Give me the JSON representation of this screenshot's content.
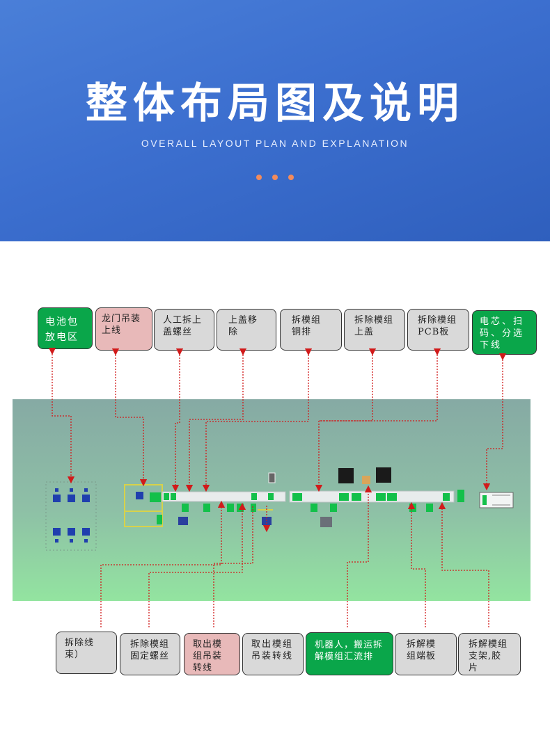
{
  "header": {
    "title": "整体布局图及说明",
    "subtitle": "OVERALL LAYOUT PLAN AND EXPLANATION",
    "dot_colors": [
      "#f28b5c",
      "#f28b5c",
      "#f28b5c"
    ]
  },
  "colors": {
    "green": "#0aa64a",
    "pink": "#e8b9b9",
    "gray": "#d9d9d9",
    "arrow": "#d11a1a"
  },
  "top_labels": [
    {
      "text": "电池包放电区",
      "color": "green"
    },
    {
      "text": "龙门吊装上线",
      "color": "pink"
    },
    {
      "text": "人工拆上盖螺丝",
      "color": "gray"
    },
    {
      "text": "上盖移除",
      "color": "gray"
    },
    {
      "text": "拆模组铜排",
      "color": "gray"
    },
    {
      "text": "拆除模组上盖",
      "color": "gray"
    },
    {
      "text": "拆除模组PCB板",
      "color": "gray"
    },
    {
      "text": "电芯、扫码、分选下线",
      "color": "green"
    }
  ],
  "bottom_labels": [
    {
      "text": "拆除线束）",
      "color": "gray"
    },
    {
      "text": "拆除模组固定螺丝",
      "color": "gray"
    },
    {
      "text": "取出模组吊装转线",
      "color": "pink"
    },
    {
      "text": "取出模组吊装转线",
      "color": "gray"
    },
    {
      "text": "机器人，搬运拆解模组汇流排",
      "color": "green"
    },
    {
      "text": "拆解模组端板",
      "color": "gray"
    },
    {
      "text": "拆解模组支架,胶片",
      "color": "gray"
    }
  ]
}
